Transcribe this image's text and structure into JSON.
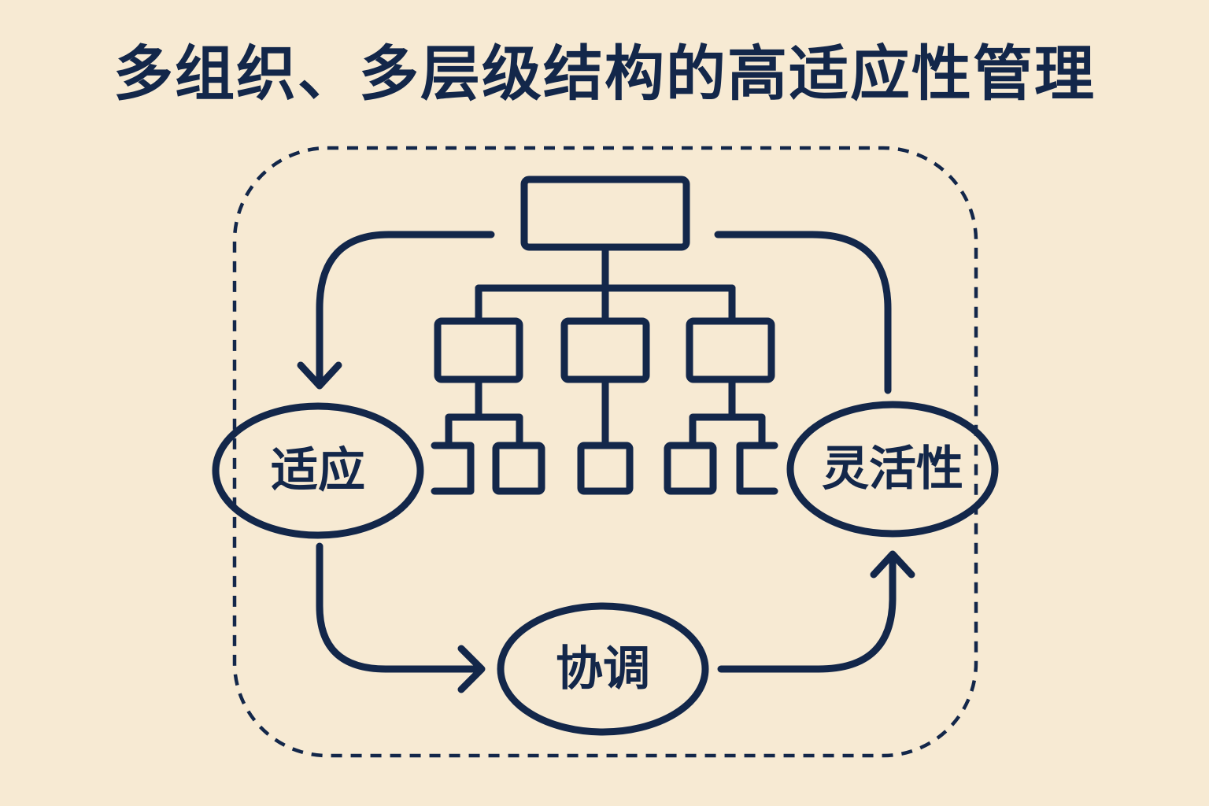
{
  "title": "多组织、多层级结构的高适应性管理",
  "nodes": {
    "adapt": "适应",
    "flexibility": "灵活性",
    "coordinate": "协调"
  },
  "colors": {
    "background": "#F7EAD3",
    "ink": "#13274A"
  }
}
